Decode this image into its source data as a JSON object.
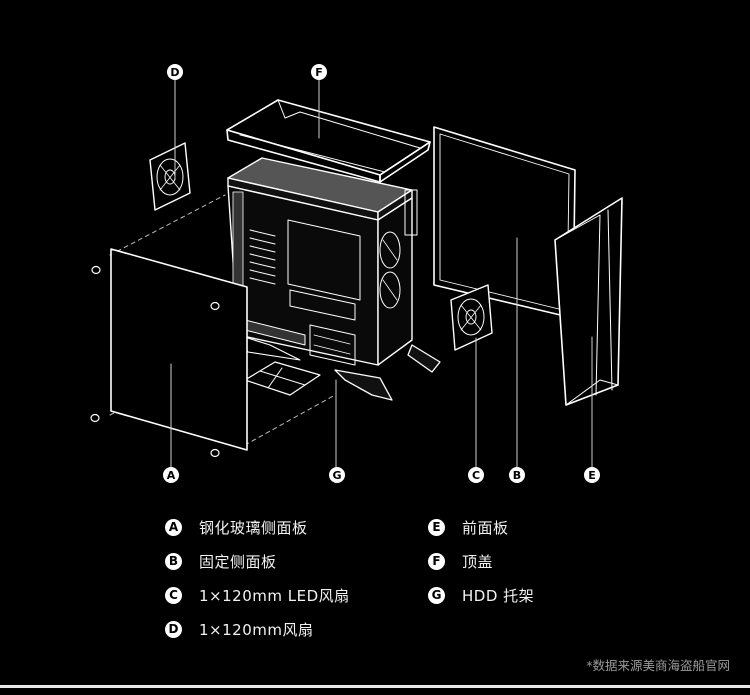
{
  "diagram": {
    "title_hidden": "",
    "markers": [
      {
        "id": "A",
        "part": "tempered-glass-side-panel"
      },
      {
        "id": "B",
        "part": "fixed-side-panel"
      },
      {
        "id": "C",
        "part": "led-fan"
      },
      {
        "id": "D",
        "part": "fan"
      },
      {
        "id": "E",
        "part": "front-panel"
      },
      {
        "id": "F",
        "part": "top-cover"
      },
      {
        "id": "G",
        "part": "hdd-cage"
      }
    ],
    "line_color": "#ffffff",
    "background": "#000000"
  },
  "legend": {
    "items": [
      {
        "badge": "A",
        "label": "钢化玻璃侧面板"
      },
      {
        "badge": "B",
        "label": "固定侧面板"
      },
      {
        "badge": "C",
        "label": "1×120mm LED风扇"
      },
      {
        "badge": "D",
        "label": "1×120mm风扇"
      },
      {
        "badge": "E",
        "label": "前面板"
      },
      {
        "badge": "F",
        "label": "顶盖"
      },
      {
        "badge": "G",
        "label": "HDD 托架"
      }
    ]
  },
  "footer": {
    "source_note": "*数据来源美商海盗船官网"
  }
}
